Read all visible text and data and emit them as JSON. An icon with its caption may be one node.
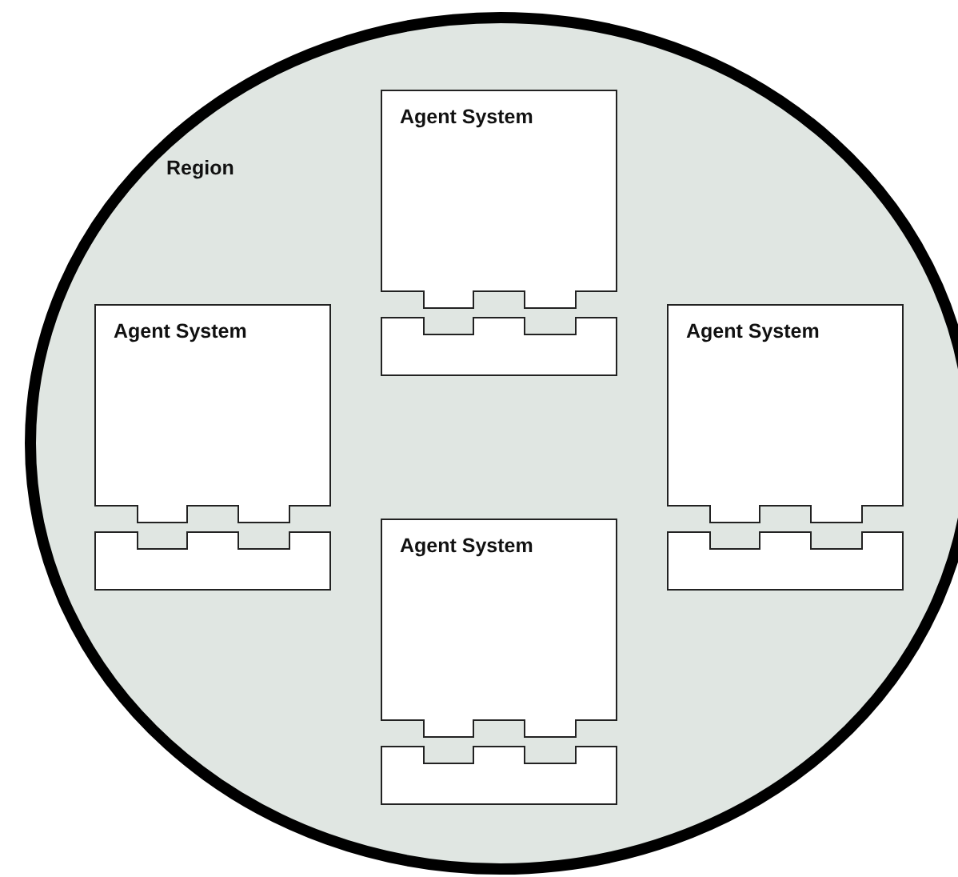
{
  "diagram": {
    "nodes": [
      {
        "text": [
          "Region"
        ]
      },
      {
        "text": [
          "Agent System"
        ],
        "in": 0
      },
      {
        "text": [
          "Agent System"
        ],
        "in": 0
      },
      {
        "text": [
          "Agent System"
        ],
        "in": 0
      },
      {
        "text": [
          "Agent System"
        ],
        "in": 0
      },
      {
        "text": [],
        "shape": "box",
        "in": 0
      },
      {
        "text": [],
        "shape": "box",
        "in": 0
      },
      {
        "text": [],
        "shape": "box",
        "in": 0
      },
      {
        "text": [],
        "shape": "box",
        "in": 0
      }
    ]
  }
}
